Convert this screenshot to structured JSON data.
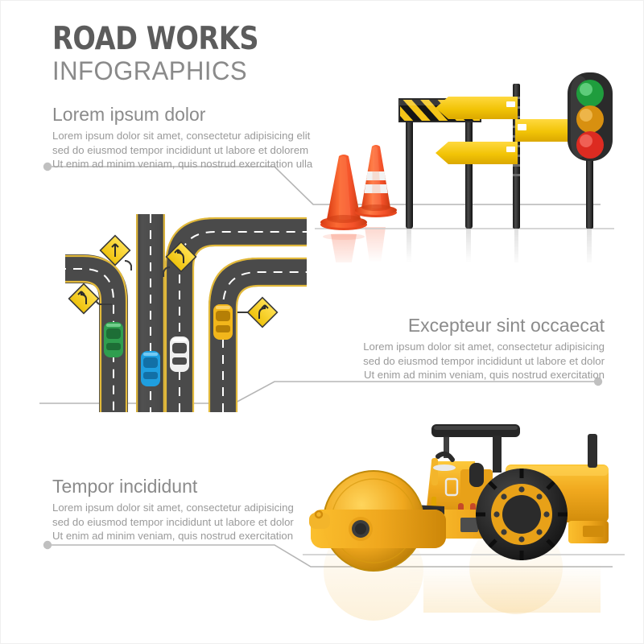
{
  "header": {
    "title": "ROAD WORKS",
    "subtitle": "INFOGRAPHICS"
  },
  "colors": {
    "title": "#5c5c5c",
    "subtitle": "#8a8a8a",
    "heading": "#8b8b8b",
    "body": "#9a9a9a",
    "connector": "#b0b0b0",
    "yellow": "#f5c518",
    "machine_yellow": "#f0a81e",
    "cone_orange": "#f4522a",
    "asphalt": "#494949",
    "road_edge": "#e2b93b",
    "light_green": "#33b44a",
    "light_amber": "#e8a317",
    "light_red": "#e8352a"
  },
  "sections": [
    {
      "id": "section-1",
      "heading": "Lorem ipsum dolor",
      "body_lines": [
        "Lorem ipsum dolor sit amet, consectetur adipisicing elit",
        "sed do eiusmod tempor incididunt ut labore et  dolorem",
        "Ut enim ad minim veniam, quis nostrud exercitation ulla"
      ]
    },
    {
      "id": "section-2",
      "heading": "Excepteur sint occaecat",
      "body_lines": [
        "Lorem ipsum dolor sit amet, consectetur adipisicing",
        "sed do eiusmod tempor incididunt ut labore et dolor",
        "Ut enim ad minim veniam, quis nostrud exercitation"
      ]
    },
    {
      "id": "section-3",
      "heading": "Tempor incididunt",
      "body_lines": [
        "Lorem ipsum dolor sit amet, consectetur adipisicing",
        "sed do eiusmod tempor incididunt ut labore et dolor",
        "Ut enim ad minim veniam, quis nostrud exercitation"
      ]
    }
  ],
  "illustrations": {
    "signs_scene": {
      "name": "road-signs-scene",
      "items": [
        "traffic-cone-plain",
        "traffic-cone-striped",
        "striped-barrier",
        "direction-signpost",
        "traffic-light"
      ],
      "traffic_light": {
        "lamps": [
          "green",
          "amber",
          "red"
        ],
        "active": "green"
      },
      "signpost_arrows": [
        "left",
        "right",
        "left"
      ]
    },
    "roads_scene": {
      "name": "highway-lanes-scene",
      "lanes": 4,
      "cars": [
        {
          "name": "car-green",
          "color": "#2f9e4f",
          "lane": 1
        },
        {
          "name": "car-blue",
          "color": "#1f9fe0",
          "lane": 2
        },
        {
          "name": "car-white",
          "color": "#eeeeee",
          "lane": 3
        },
        {
          "name": "car-yellow",
          "color": "#f2b61b",
          "lane": 4
        }
      ],
      "signs": [
        {
          "name": "sign-turn-left",
          "glyph": "curve-left"
        },
        {
          "name": "sign-straight",
          "glyph": "arrow-up"
        },
        {
          "name": "sign-turn-left-2",
          "glyph": "curve-left"
        },
        {
          "name": "sign-turn-right",
          "glyph": "curve-right"
        }
      ]
    },
    "roller_scene": {
      "name": "road-roller-scene",
      "machine": "road-roller-compactor"
    }
  }
}
